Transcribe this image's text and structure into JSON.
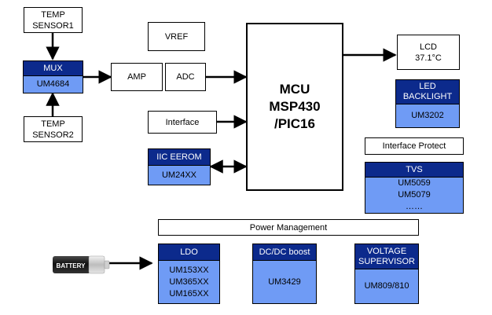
{
  "temp_sensor1": {
    "line1": "TEMP",
    "line2": "SENSOR1"
  },
  "temp_sensor2": {
    "line1": "TEMP",
    "line2": "SENSOR2"
  },
  "mux": {
    "title": "MUX",
    "part": "UM4684"
  },
  "amp": "AMP",
  "adc": "ADC",
  "vref": "VREF",
  "interface": "Interface",
  "iic_eerom": {
    "title": "IIC EEROM",
    "part": "UM24XX"
  },
  "mcu": {
    "line1": "MCU",
    "line2": "MSP430",
    "line3": "/PIC16"
  },
  "lcd": {
    "line1": "LCD",
    "line2": "37.1°C"
  },
  "led_backlight": {
    "line1": "LED",
    "line2": "BACKLIGHT",
    "part": "UM3202"
  },
  "interface_protect": "Interface Protect",
  "tvs": {
    "title": "TVS",
    "parts": [
      "UM5059",
      "UM5079",
      "……"
    ]
  },
  "power_management": "Power Management",
  "ldo": {
    "title": "LDO",
    "parts": [
      "UM153XX",
      "UM365XX",
      "UM165XX"
    ]
  },
  "dcdc": {
    "title": "DC/DC boost",
    "part": "UM3429"
  },
  "voltage_supervisor": {
    "line1": "VOLTAGE",
    "line2": "SUPERVISOR",
    "part": "UM809/810"
  },
  "battery": "BATTERY",
  "colors": {
    "header": "#0c2a8c",
    "body": "#6f9bf5"
  }
}
